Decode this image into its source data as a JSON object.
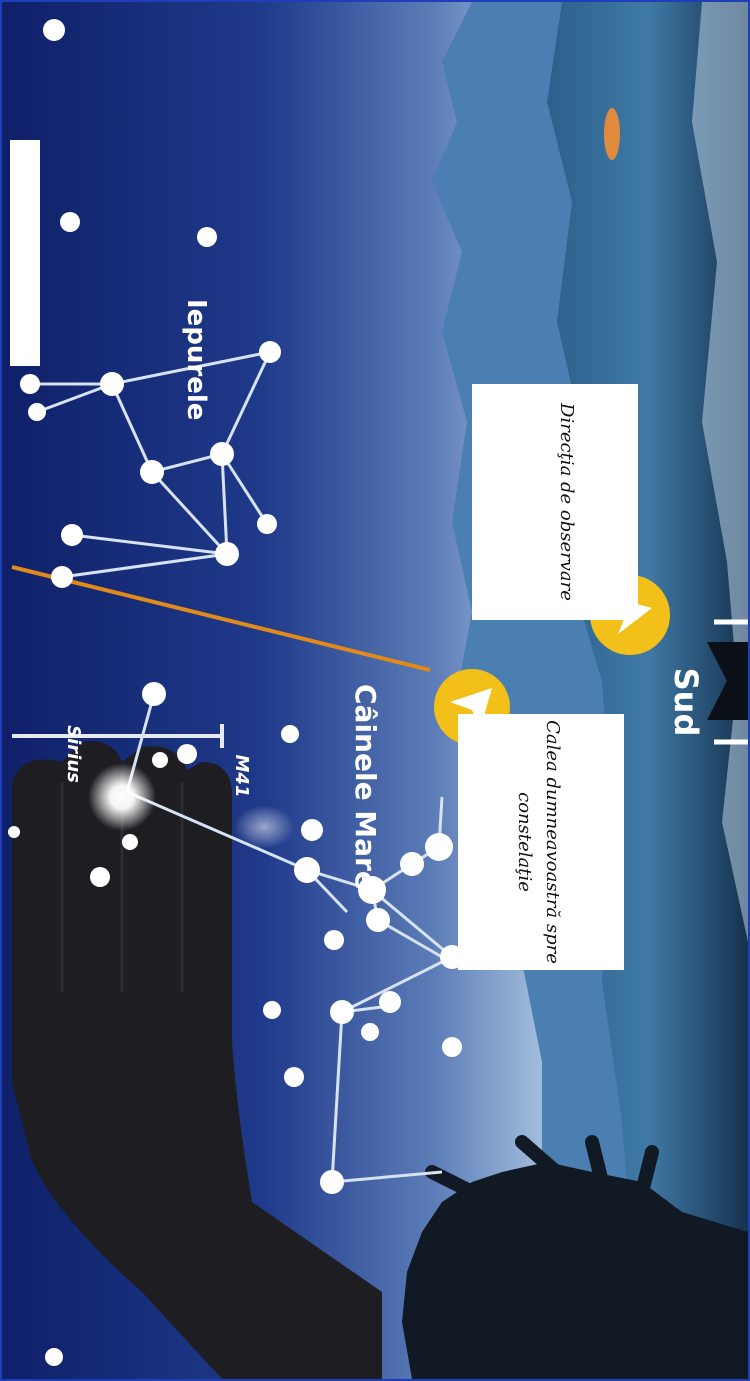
{
  "scene": {
    "labels": {
      "lepus": "Iepurele",
      "sirius": "Sirius",
      "m41": "M41",
      "canis_major": "Câinele Mare",
      "south": "Sud"
    },
    "callouts": {
      "path_to_constellation": "Calea dumneavoastră spre constelaţie",
      "observing_direction": "Direcţia de observare"
    },
    "colors": {
      "sky_top": "#0d1e63",
      "sky_mid": "#3d5ea3",
      "sky_low": "#a9c3dd",
      "marker_yellow": "#f2c018",
      "path_line": "#e08a1c"
    },
    "icons": [
      "hand-icon",
      "arrow-marker-icon",
      "arrow-marker-icon",
      "south-arrow-icon"
    ]
  }
}
